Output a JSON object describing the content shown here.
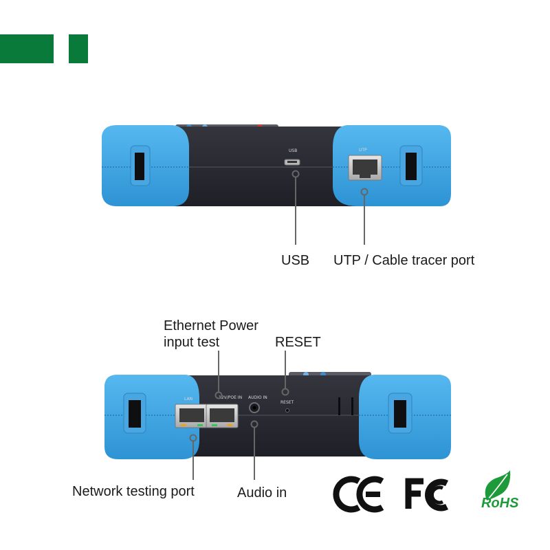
{
  "device_top": {
    "port_usb_label": "USB",
    "port_utp_label": "UTP"
  },
  "device_bottom": {
    "port_lan_label": "LAN",
    "port_poe_label": "12V/POE IN",
    "port_audio_label": "AUDIO IN",
    "port_reset_label": "RESET"
  },
  "callouts": {
    "usb": "USB",
    "utp": "UTP / Cable tracer port",
    "ethernet_power_line1": "Ethernet Power",
    "ethernet_power_line2": "input test",
    "reset": "RESET",
    "network": "Network testing port",
    "audio": "Audio in"
  },
  "certifications": {
    "ce": "CE",
    "fcc": "FC",
    "rohs": "RoHS"
  },
  "colors": {
    "brand_green": "#0a7a3a",
    "bumper_blue": "#3fa8e6",
    "body_dark": "#2a2b33"
  }
}
